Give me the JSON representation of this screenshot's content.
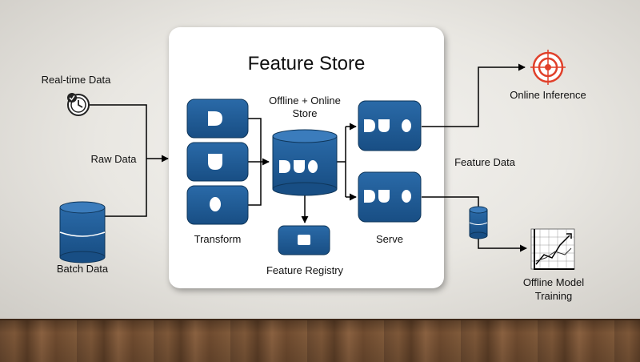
{
  "title": "Feature Store",
  "labels": {
    "realtime": "Real-time Data",
    "raw": "Raw Data",
    "batch": "Batch Data",
    "store_line1": "Offline + Online",
    "store_line2": "Store",
    "transform": "Transform",
    "registry": "Feature Registry",
    "serve": "Serve",
    "online_inference": "Online Inference",
    "feature_data": "Feature Data",
    "offline_line1": "Offline Model",
    "offline_line2": "Training"
  },
  "colors": {
    "node_blue": "#1f5d99",
    "node_blue_dark": "#14436f",
    "target_red": "#e0402a"
  },
  "icons": [
    "clock-check-icon",
    "database-icon",
    "target-icon",
    "chart-icon",
    "duo-logo"
  ]
}
